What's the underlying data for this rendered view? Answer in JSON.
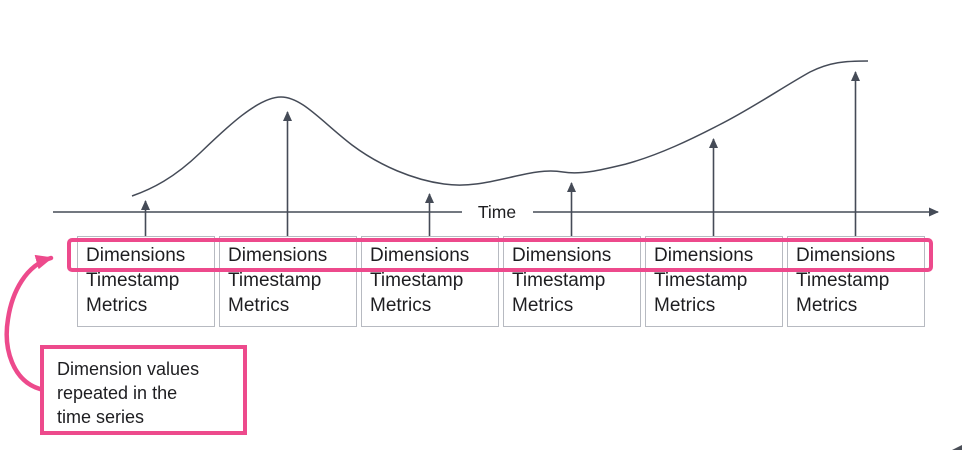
{
  "colors": {
    "background": "#ffffff",
    "accent_pink": "#ed4a8c",
    "line": "#454b57",
    "box_border": "#b7bac1",
    "text": "#1e1e21"
  },
  "axis": {
    "label": "Time"
  },
  "icons": {
    "axis_arrowhead": "right-arrow",
    "value_arrowhead": "up-arrow",
    "callout_arrowhead": "curved-pink-arrow"
  },
  "records": [
    {
      "fields": [
        "Dimensions",
        "Timestamp",
        "Metrics"
      ]
    },
    {
      "fields": [
        "Dimensions",
        "Timestamp",
        "Metrics"
      ]
    },
    {
      "fields": [
        "Dimensions",
        "Timestamp",
        "Metrics"
      ]
    },
    {
      "fields": [
        "Dimensions",
        "Timestamp",
        "Metrics"
      ]
    },
    {
      "fields": [
        "Dimensions",
        "Timestamp",
        "Metrics"
      ]
    },
    {
      "fields": [
        "Dimensions",
        "Timestamp",
        "Metrics"
      ]
    }
  ],
  "callout": {
    "lines": [
      "Dimension values",
      "repeated in the",
      "time series"
    ]
  }
}
